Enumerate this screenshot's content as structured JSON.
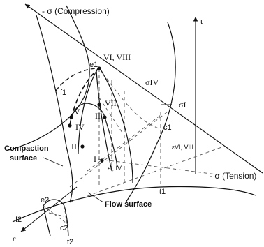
{
  "axes": {
    "compression_label": "- σ (Compression)",
    "tension_label": "- σ (Tension)",
    "tau_label": "τ",
    "epsilon_label": "ε"
  },
  "surfaces": {
    "compaction_line1": "Compaction",
    "compaction_line2": "surface",
    "flow": "Flow surface"
  },
  "stress_labels": {
    "sigma_iv": "σIV",
    "sigma_i": "σI",
    "epsilon_vi_viii": "εVI, VIII",
    "epsilon_i_iv": "εI, IV"
  },
  "roman_points": {
    "vi_viii": "VI, VIII",
    "vii": "VII",
    "ii": "II",
    "v": "V",
    "iv": "IV",
    "iii": "III",
    "i": "I"
  },
  "curve_points": {
    "e1": "e1",
    "f1": "f1",
    "c1": "c1",
    "t1": "t1",
    "e2": "e2",
    "f2": "f2",
    "c2": "c2",
    "t2": "t2"
  },
  "colors": {
    "ink": "#111111",
    "dashed": "#555555",
    "background": "#ffffff"
  }
}
